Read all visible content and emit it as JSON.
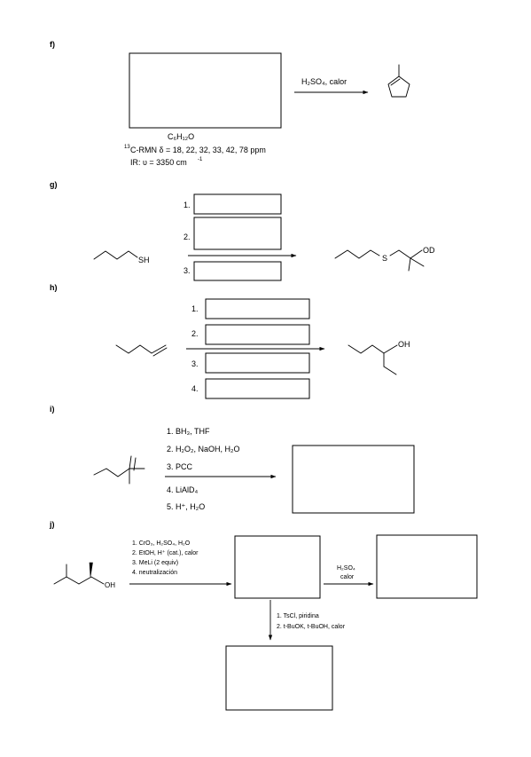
{
  "labels": {
    "f": "f)",
    "g": "g)",
    "h": "h)",
    "i": "i)",
    "j": "j)"
  },
  "f": {
    "reagent": "H₂SO₄, calor",
    "formula": "C₆H₁₂O",
    "nmr_prefix": "13",
    "nmr": "C-RMN δ = 18, 22, 32, 33, 42, 78  ppm",
    "ir": "IR: υ = 3350 cm",
    "ir_exp": "-1"
  },
  "g": {
    "steps": [
      "1.",
      "2.",
      "3."
    ],
    "sh": "SH",
    "s": "S",
    "od": "OD"
  },
  "h": {
    "steps": [
      "1.",
      "2.",
      "3.",
      "4."
    ],
    "oh": "OH"
  },
  "i": {
    "steps": [
      "1.  BH₃, THF",
      "2.  H₂O₂, NaOH, H₂O",
      "3.  PCC",
      "4.  LiAlD₄",
      "5.  H⁺, H₂O"
    ]
  },
  "j": {
    "oh": "OH",
    "steps": [
      "1. CrO₃, H₂SO₄, H₂O",
      "2. EtOH, H⁺ (cat.), calor",
      "3. MeLi (2 equiv)",
      "4. neutralización"
    ],
    "reagent2_line1": "H₂SO₄",
    "reagent2_line2": "calor",
    "down_steps": [
      "1. TsCl, piridina",
      "2. t-BuOK, t-BuOH, calor"
    ]
  }
}
